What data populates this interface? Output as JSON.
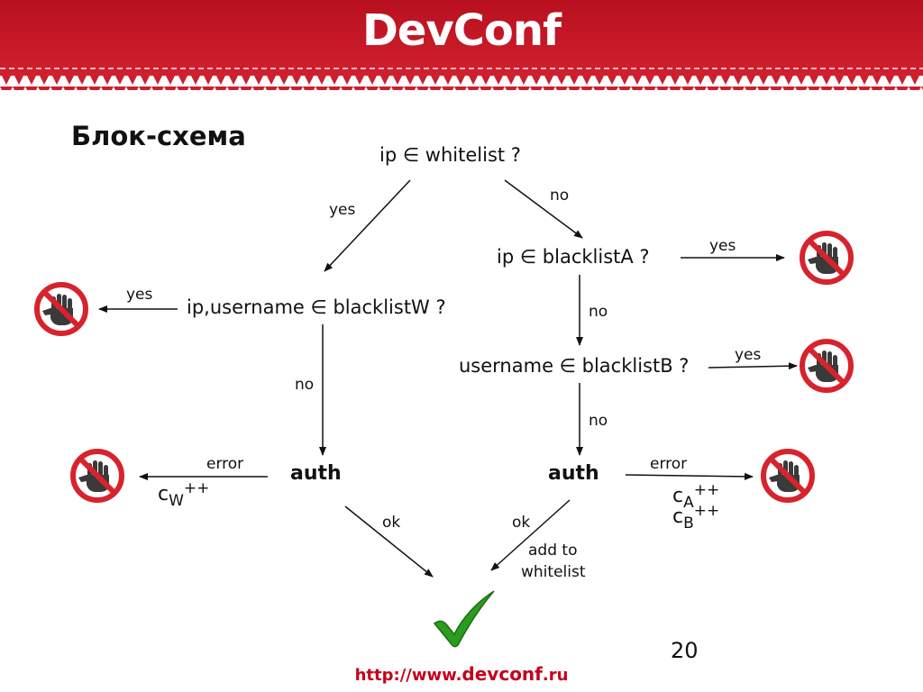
{
  "header": {
    "logo": "DevConf"
  },
  "slide": {
    "title": "Блок-схема",
    "page_number": "20"
  },
  "nodes": {
    "whitelist": "ip ∈ whitelist ?",
    "blacklist_a": "ip ∈ blacklistA ?",
    "blacklist_w": "ip,username ∈ blacklistW ?",
    "blacklist_b": "username ∈ blacklistB ?",
    "auth_left": "auth",
    "auth_right": "auth"
  },
  "edge_labels": {
    "whitelist_yes": "yes",
    "whitelist_no": "no",
    "blacklist_a_yes": "yes",
    "blacklist_a_no": "no",
    "blacklist_w_yes": "yes",
    "blacklist_w_no": "no",
    "blacklist_b_yes": "yes",
    "blacklist_b_no": "no",
    "auth_left_error": "error",
    "auth_right_error": "error",
    "auth_left_ok": "ok",
    "auth_right_ok": "ok",
    "add_to": "add to",
    "whitelist_word": "whitelist"
  },
  "counters": {
    "w": {
      "base": "c",
      "sub": "W",
      "sup": "++"
    },
    "a": {
      "base": "c",
      "sub": "A",
      "sup": "++"
    },
    "b": {
      "base": "c",
      "sub": "B",
      "sup": "++"
    }
  },
  "footer": {
    "prefix": "http://www.",
    "domain": "devconf",
    "suffix": ".ru"
  },
  "colors": {
    "brand_red": "#cc1f2e",
    "check_green": "#2a9c1e",
    "stop_red": "#d7232c"
  }
}
